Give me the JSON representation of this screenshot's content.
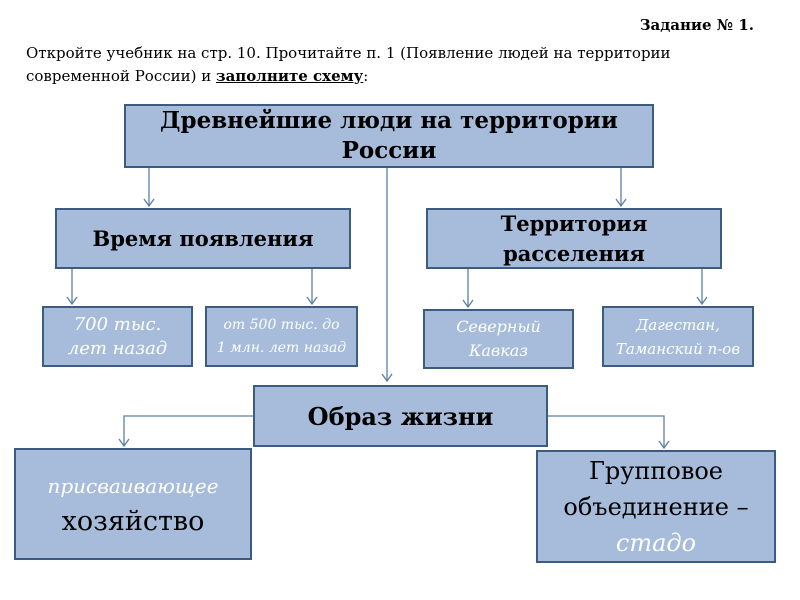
{
  "header": {
    "task": "Задание № 1.",
    "instruction": "Откройте учебник на стр. 10. Прочитайте п. 1 (Появление людей на территории современной России)  и ",
    "instruction_link": "заполните схему",
    "instruction_end": ":"
  },
  "diagram": {
    "root": {
      "line1": "Древнейшие люди на территории",
      "line2": "России"
    },
    "time": {
      "label": "Время появления",
      "items": [
        {
          "line1": "700 тыс.",
          "line2": "лет назад"
        },
        {
          "line1": "от 500 тыс. до",
          "line2": "1 млн. лет назад"
        }
      ]
    },
    "territory": {
      "line1": "Территория",
      "line2": "расселения",
      "items": [
        {
          "line1": "Северный",
          "line2": "Кавказ"
        },
        {
          "line1": "Дагестан,",
          "line2": "Таманский п-ов"
        }
      ]
    },
    "lifestyle": {
      "label": "Образ жизни",
      "items": [
        {
          "line1": "присваивающее",
          "line2": "хозяйство"
        },
        {
          "line1": "Групповое",
          "line2": "объединение –",
          "line3": "стадо"
        }
      ]
    }
  },
  "colors": {
    "box_fill": "#a7bcda",
    "box_border": "#3b5b80",
    "connector": "#5b7fa6"
  }
}
